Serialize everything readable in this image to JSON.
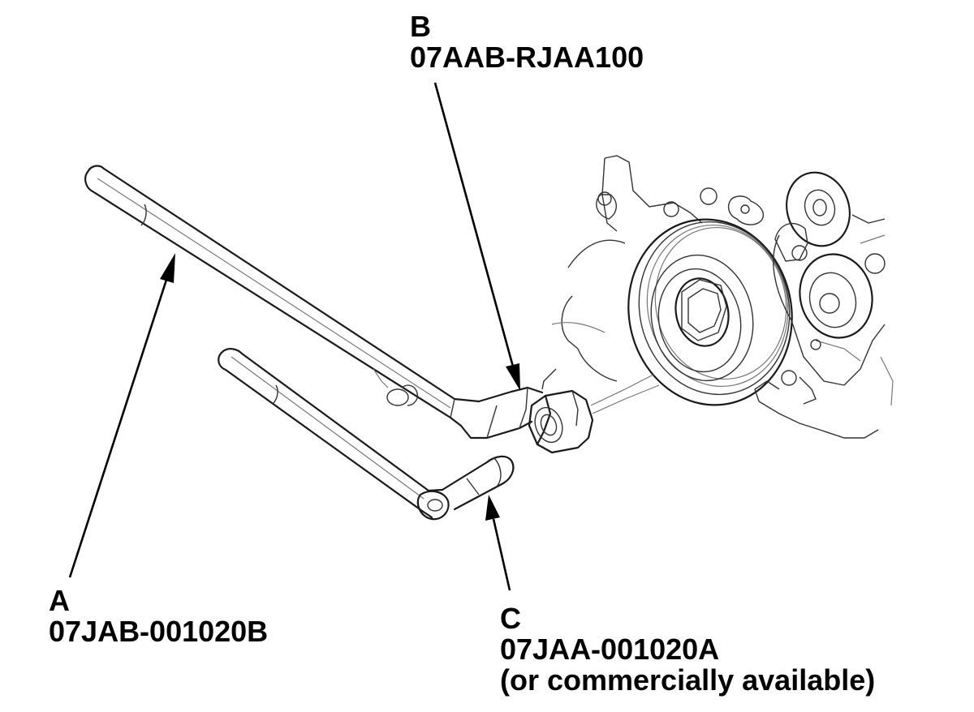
{
  "callouts": {
    "a": {
      "letter": "A",
      "part_number": "07JAB-001020B"
    },
    "b": {
      "letter": "B",
      "part_number": "07AAB-RJAA100"
    },
    "c": {
      "letter": "C",
      "part_number": "07JAA-001020A",
      "note": "(or commercially available)"
    }
  },
  "colors": {
    "line": "#000000",
    "background": "#ffffff"
  }
}
